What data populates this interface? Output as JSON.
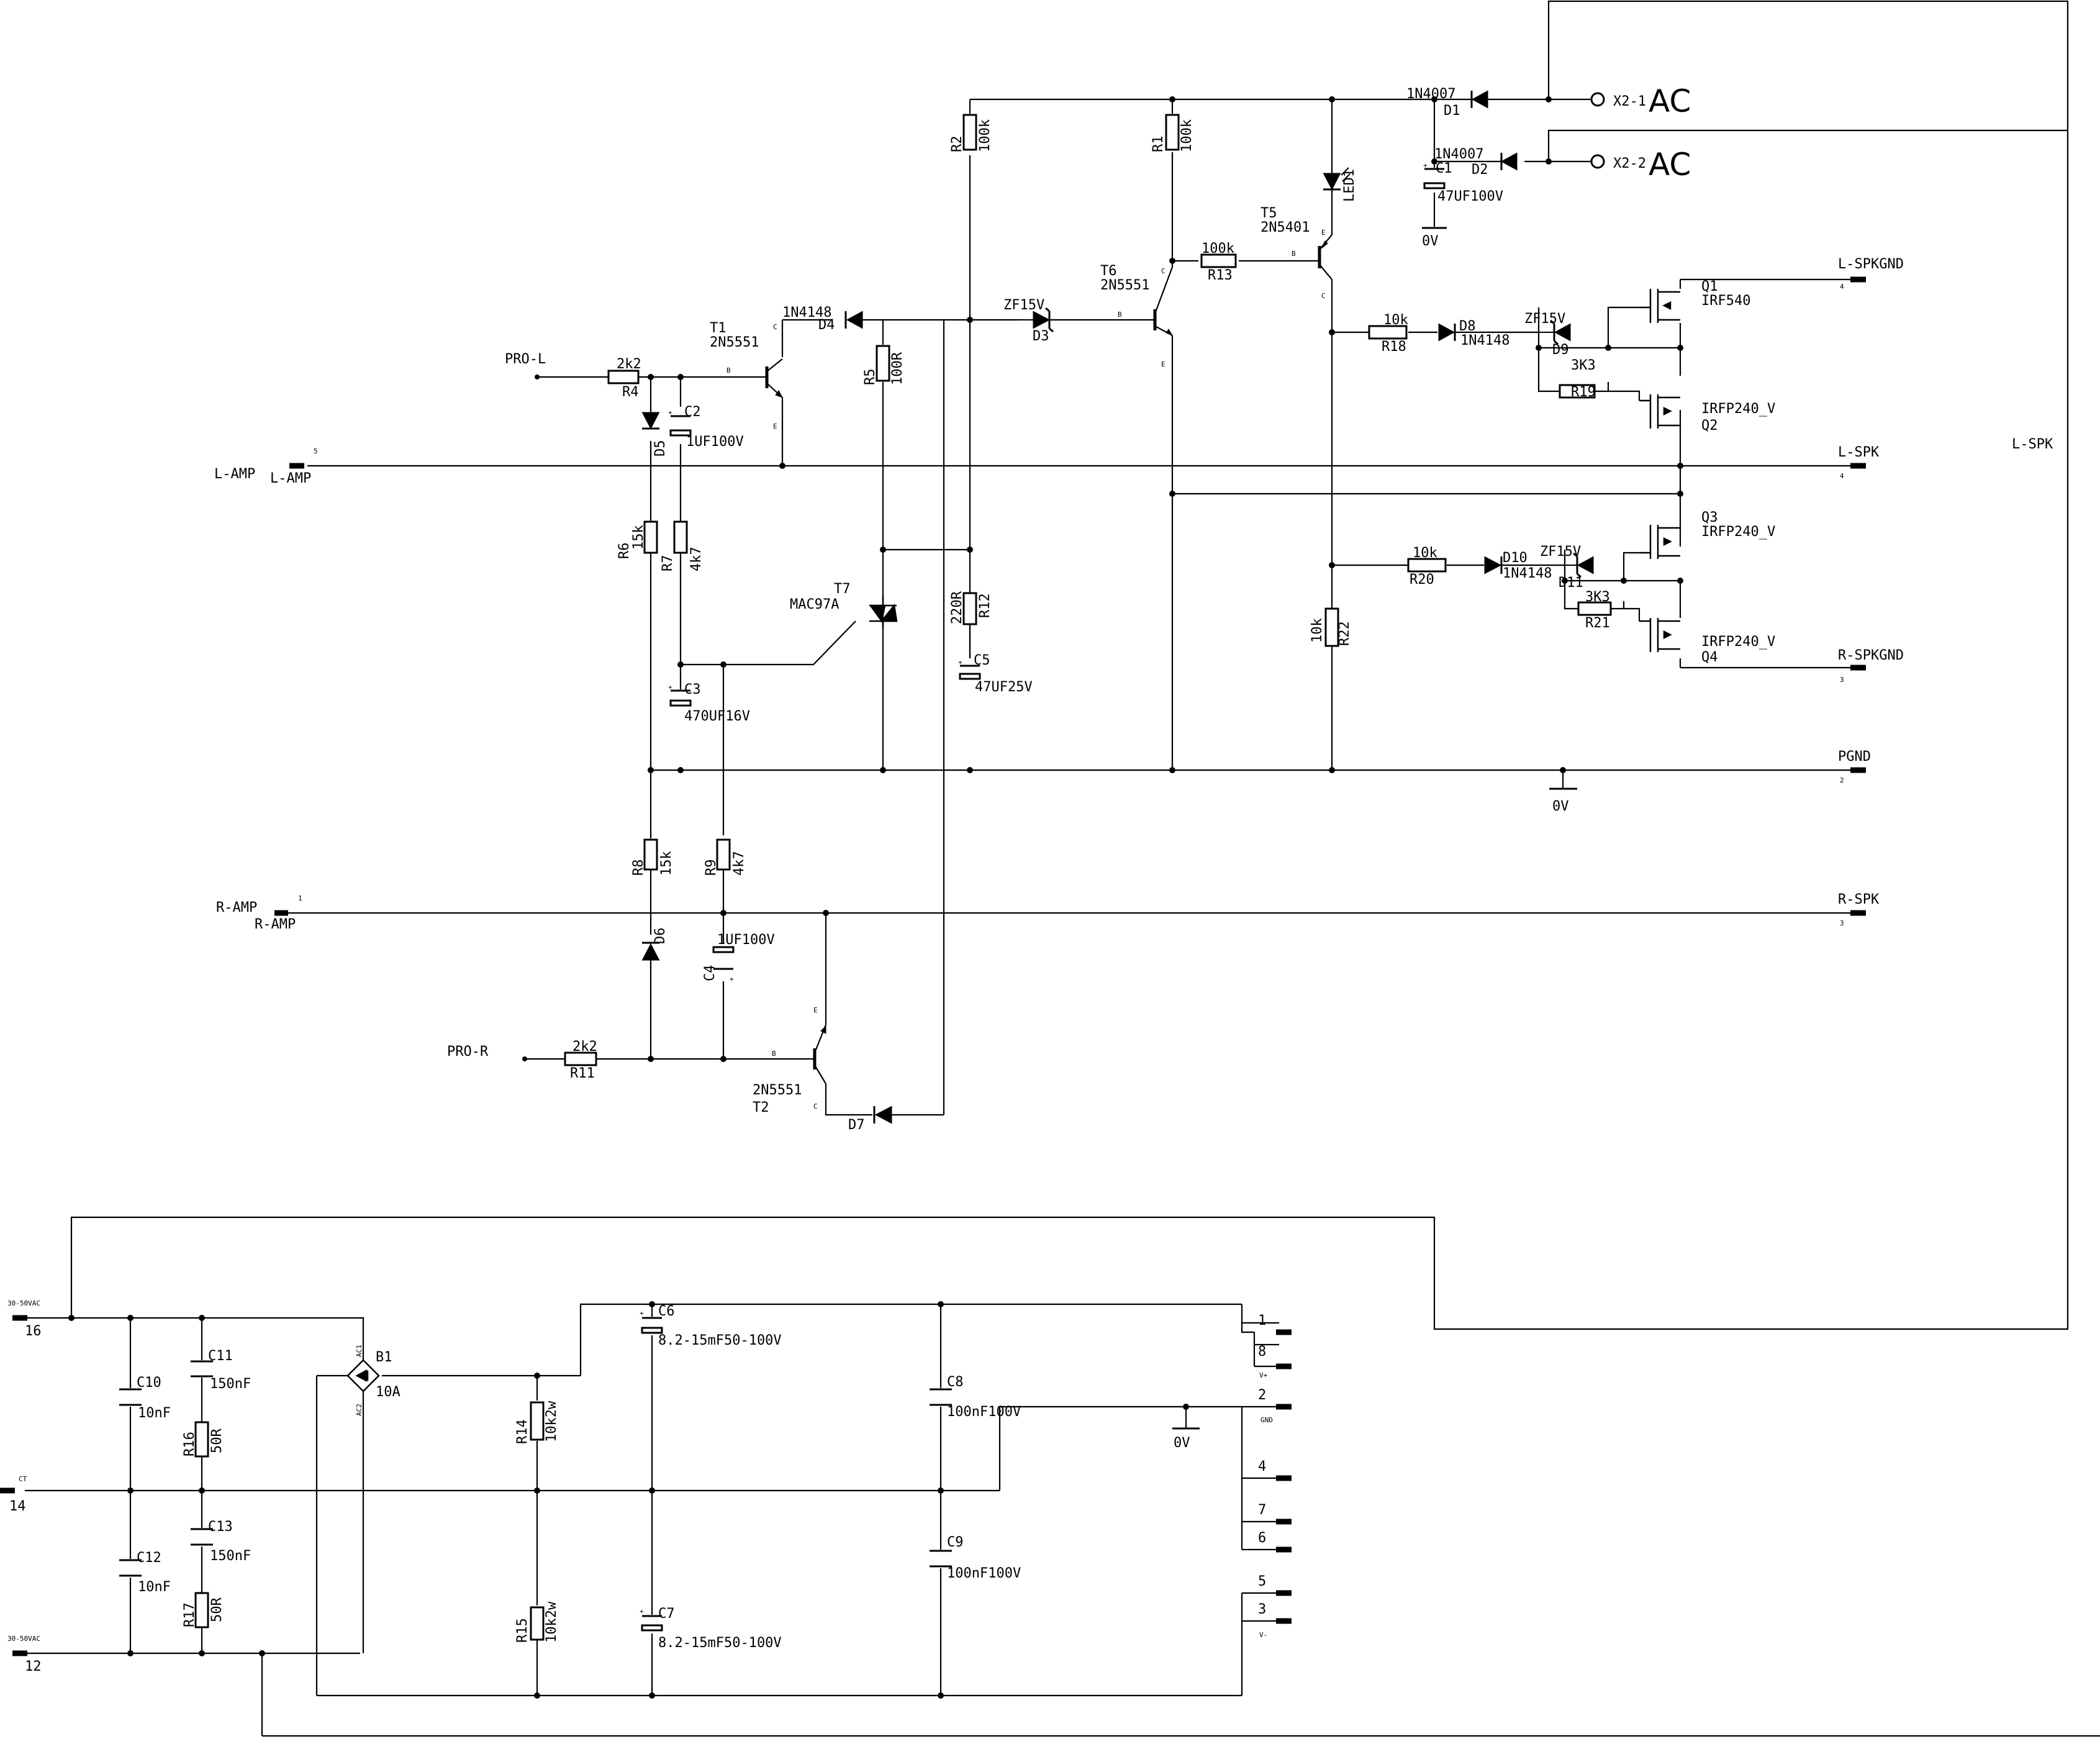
{
  "ports": {
    "pro_l": "PRO-L",
    "pro_r": "PRO-R",
    "l_amp": "L-AMP",
    "r_amp": "R-AMP",
    "l_amp_pin": "5",
    "r_amp_pin": "1",
    "x2_1": "X2-1",
    "x2_2": "X2-2",
    "ac": "AC",
    "l_spkgnd": "L-SPKGND",
    "l_spk": "L-SPK",
    "pgnd": "PGND",
    "r_spk": "R-SPK",
    "r_spkgnd": "R-SPKGND",
    "l_spk_right": "L-SPK",
    "l_spkgnd_pin": "4",
    "l_spk_pin": "4",
    "pgnd_pin": "2",
    "r_spk_pin": "3",
    "r_spkgnd_pin": "3",
    "in16_small": "30-50VAC",
    "in16": "16",
    "in14_small": "CT",
    "in14": "14",
    "in12_small": "30-50VAC",
    "in12": "12"
  },
  "gnd": {
    "label": "0V"
  },
  "connector": {
    "pins": [
      "1",
      "8",
      "2",
      "4",
      "7",
      "6",
      "5",
      "3"
    ],
    "vplus": "V+",
    "gnd": "GND",
    "vminus": "V-"
  },
  "parts": {
    "R1": {
      "ref": "R1",
      "val": "100k"
    },
    "R2": {
      "ref": "R2",
      "val": "100k"
    },
    "R4": {
      "ref": "R4",
      "val": "2k2"
    },
    "R5": {
      "ref": "R5",
      "val": "100R"
    },
    "R6": {
      "ref": "R6",
      "val": "15k"
    },
    "R7": {
      "ref": "R7",
      "val": "4k7"
    },
    "R8": {
      "ref": "R8",
      "val": "15k"
    },
    "R9": {
      "ref": "R9",
      "val": "4k7"
    },
    "R11": {
      "ref": "R11",
      "val": "2k2"
    },
    "R12": {
      "ref": "R12",
      "val": "220R"
    },
    "R13": {
      "ref": "R13",
      "val": "100k"
    },
    "R14": {
      "ref": "R14",
      "val": "10k2w"
    },
    "R15": {
      "ref": "R15",
      "val": "10k2w"
    },
    "R16": {
      "ref": "R16",
      "val": "50R"
    },
    "R17": {
      "ref": "R17",
      "val": "50R"
    },
    "R18": {
      "ref": "R18",
      "val": "10k"
    },
    "R19": {
      "ref": "R19",
      "val": "3K3"
    },
    "R20": {
      "ref": "R20",
      "val": "10k"
    },
    "R21": {
      "ref": "R21",
      "val": "3K3"
    },
    "R22": {
      "ref": "R22",
      "val": "10k"
    },
    "C1": {
      "ref": "C1",
      "val": "47UF100V"
    },
    "C2": {
      "ref": "C2",
      "val": "1UF100V"
    },
    "C3": {
      "ref": "C3",
      "val": "470UF16V"
    },
    "C4": {
      "ref": "C4",
      "val": "1UF100V"
    },
    "C5": {
      "ref": "C5",
      "val": "47UF25V"
    },
    "C6": {
      "ref": "C6",
      "val": "8.2-15mF50-100V"
    },
    "C7": {
      "ref": "C7",
      "val": "8.2-15mF50-100V"
    },
    "C8": {
      "ref": "C8",
      "val": "100nF100V"
    },
    "C9": {
      "ref": "C9",
      "val": "100nF100V"
    },
    "C10": {
      "ref": "C10",
      "val": "10nF"
    },
    "C11": {
      "ref": "C11",
      "val": "150nF"
    },
    "C12": {
      "ref": "C12",
      "val": "10nF"
    },
    "C13": {
      "ref": "C13",
      "val": "150nF"
    },
    "D1": {
      "ref": "D1",
      "val": "1N4007"
    },
    "D2": {
      "ref": "D2",
      "val": "1N4007"
    },
    "D3": {
      "ref": "D3",
      "val": "ZF15V"
    },
    "D4": {
      "ref": "D4",
      "val": "1N4148"
    },
    "D5": {
      "ref": "D5"
    },
    "D6": {
      "ref": "D6"
    },
    "D7": {
      "ref": "D7"
    },
    "D8": {
      "ref": "D8",
      "val": "1N4148"
    },
    "D9": {
      "ref": "D9",
      "val": "ZF15V"
    },
    "D10": {
      "ref": "D10",
      "val": "1N4148"
    },
    "D11": {
      "ref": "D11",
      "val": "ZF15V"
    },
    "LED1": {
      "ref": "LED1"
    },
    "T1": {
      "ref": "T1",
      "val": "2N5551"
    },
    "T2": {
      "ref": "T2",
      "val": "2N5551"
    },
    "T5": {
      "ref": "T5",
      "val": "2N5401"
    },
    "T6": {
      "ref": "T6",
      "val": "2N5551"
    },
    "T7": {
      "ref": "T7",
      "val": "MAC97A"
    },
    "Q1": {
      "ref": "Q1",
      "val": "IRF540"
    },
    "Q2": {
      "ref": "Q2",
      "val": "IRFP240_V"
    },
    "Q3": {
      "ref": "Q3",
      "val": "IRFP240_V"
    },
    "Q4": {
      "ref": "Q4",
      "val": "IRFP240_V"
    },
    "B1": {
      "ref": "B1",
      "val": "10A",
      "ac1": "AC1",
      "ac2": "AC2"
    }
  },
  "pinmarks": {
    "b": "B",
    "c": "C",
    "e": "E"
  }
}
